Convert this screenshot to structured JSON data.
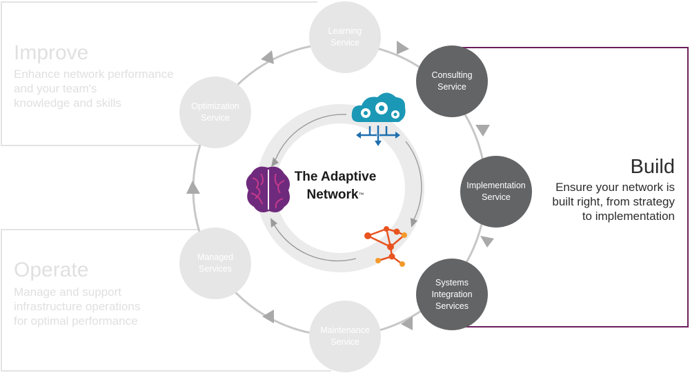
{
  "center": {
    "title_line1": "The Adaptive",
    "title_line2": "Network",
    "trademark": "™"
  },
  "sections": {
    "improve": {
      "title": "Improve",
      "description": "Enhance network performance\nand your team's\nknowledge and skills"
    },
    "operate": {
      "title": "Operate",
      "description": "Manage and support\ninfrastructure operations\nfor optimal performance"
    },
    "build": {
      "title": "Build",
      "description": "Ensure your network is\nbuilt right, from strategy\nto implementation"
    }
  },
  "nodes": [
    {
      "label": "Learning\nService",
      "state": "faded"
    },
    {
      "label": "Consulting\nService",
      "state": "active"
    },
    {
      "label": "Implementation\nService",
      "state": "active"
    },
    {
      "label": "Systems\nIntegration\nServices",
      "state": "active"
    },
    {
      "label": "Maintenance\nService",
      "state": "faded"
    },
    {
      "label": "Managed\nServices",
      "state": "faded"
    },
    {
      "label": "Optimization\nService",
      "state": "faded"
    }
  ],
  "colors": {
    "active_node": "#636466",
    "faded_node": "#e6e6e6",
    "build_border": "#6b1d5c",
    "faded_border": "#e3e3e3",
    "ring": "#ebebeb",
    "arrow": "#a9a9a9"
  },
  "icons": [
    "cloud-gears-icon",
    "brain-icon",
    "network-nodes-icon"
  ]
}
